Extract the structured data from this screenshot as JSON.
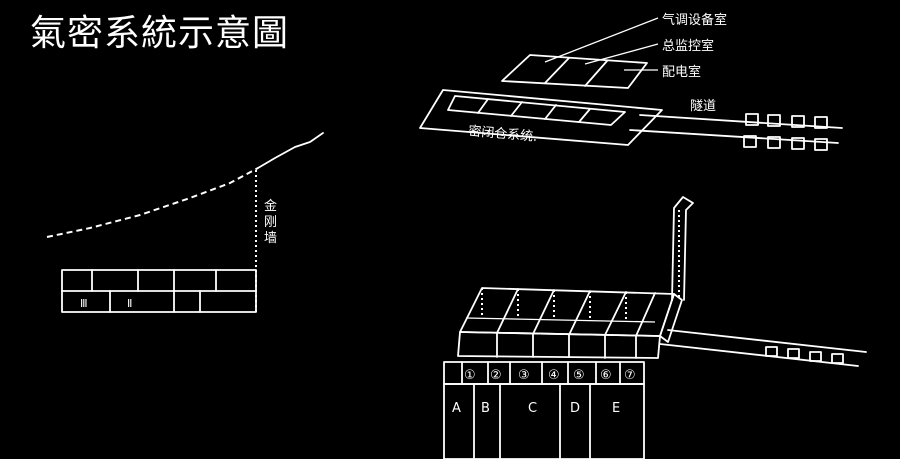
{
  "title": "氣密系統示意圖",
  "side_view": {
    "wall_label": "金刚墙",
    "room_markers": [
      "Ⅲ",
      "Ⅱ"
    ]
  },
  "upper_plan": {
    "labels": [
      "气调设备室",
      "总监控室",
      "配电室"
    ],
    "tunnel_label": "隧道",
    "system_label": "密闭仓系统."
  },
  "iso_view": {
    "numbers": [
      "①",
      "②",
      "③",
      "④",
      "⑤",
      "⑥",
      "⑦"
    ],
    "letters": [
      "A",
      "B",
      "C",
      "D",
      "E"
    ]
  }
}
